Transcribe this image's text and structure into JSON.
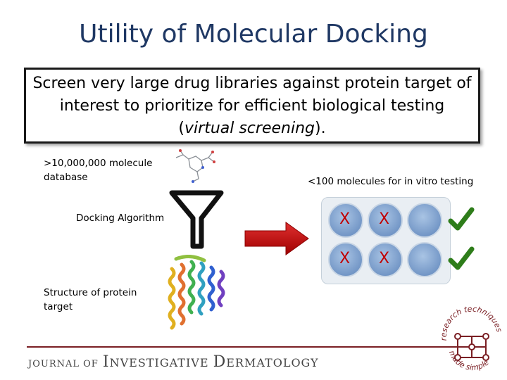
{
  "title": "Utility of Molecular Docking",
  "callout": {
    "line1": "Screen very large drug libraries against protein target of",
    "line2": "interest to prioritize for efficient biological testing",
    "line3_open": "(",
    "line3_italic": "virtual screening",
    "line3_close": ")."
  },
  "labels": {
    "database": ">10,000,000 molecule database",
    "docking": "Docking Algorithm",
    "protein": "Structure of protein target",
    "invitro": "<100 molecules for in vitro testing"
  },
  "wells": {
    "mark_x": "X",
    "row1": [
      "X",
      "X",
      ""
    ],
    "row2": [
      "X",
      "X",
      ""
    ]
  },
  "logo": {
    "journal_small_1": "Journal of",
    "journal_cap_1": "I",
    "journal_rest_1": "nvestigative",
    "journal_cap_2": "D",
    "journal_rest_2": "ermatology",
    "badge_top": "research techniques",
    "badge_bottom": "made simple"
  },
  "colors": {
    "title": "#1f3864",
    "arrow": "#c00000",
    "check": "#2e7d1a",
    "x_mark": "#c00000",
    "footer": "#7a1f24"
  }
}
